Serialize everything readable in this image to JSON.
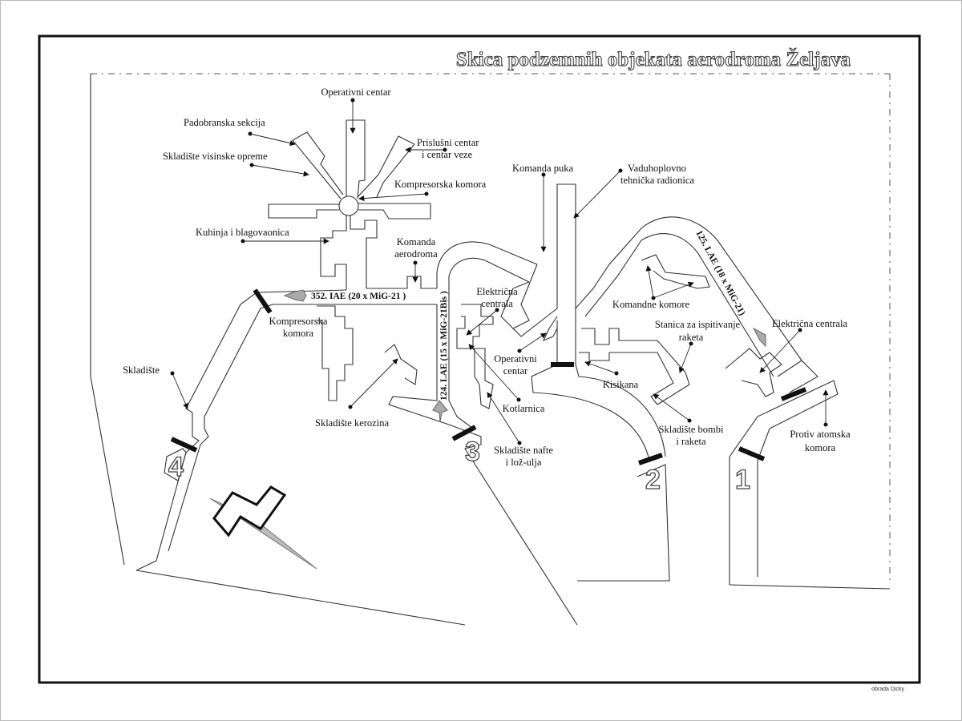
{
  "title": "Skica podzemnih objekata aerodroma Željava",
  "credit": "obrada Dicky",
  "labels": {
    "operativni_centar_top": "Operativni centar",
    "padobranska": "Padobranska  sekcija",
    "skladiste_visinske": "Skladište visinske opreme",
    "prisluhni_1": "Prislušni centar",
    "prisluhni_2": "i centar veze",
    "kompresorska_top": "Kompresorska komora",
    "kuhinja": "Kuhinja i blagovaonica",
    "komanda_aerodroma_1": "Komanda",
    "komanda_aerodroma_2": "aerodroma",
    "kompresorska_2_1": "Kompresorska",
    "kompresorska_2_2": "komora",
    "skladiste": "Skladište",
    "skladiste_kerozina": "Skladište kerozina",
    "komanda_puka": "Komanda puka",
    "vaduhoplovno_1": "Vaduhoplovno",
    "vaduhoplovno_2": "tehnička radionica",
    "elektricna_mid_1": "Električna",
    "elektricna_mid_2": "centrala",
    "operativni_mid_1": "Operativni",
    "operativni_mid_2": "centar",
    "kotlarnica": "Kotlarnica",
    "skladiste_nafte_1": "Skladište nafte",
    "skladiste_nafte_2": "i lož-ulja",
    "kisikana": "Kisikana",
    "komandne_komore": "Komandne komore",
    "stanica_1": "Stanica za ispitivanje",
    "stanica_2": "raketa",
    "skladiste_bombi_1": "Skladište bombi",
    "skladiste_bombi_2": "i raketa",
    "elektricna_right": "Električna centrala",
    "protiv_1": "Protiv atomska",
    "protiv_2": "komora"
  },
  "units": {
    "iae_352": "352. IAE (20 x MiG-21 )",
    "lae_124": "124. LAE (15 x MiG-21Bis )",
    "lae_125": "125. LAE (18 x MiG-21)"
  },
  "entrances": [
    "1",
    "2",
    "3",
    "4"
  ],
  "north_symbol": "N",
  "colors": {
    "lines": "#333333",
    "doors": "#111111",
    "aircraft": "#aaaaaa"
  }
}
